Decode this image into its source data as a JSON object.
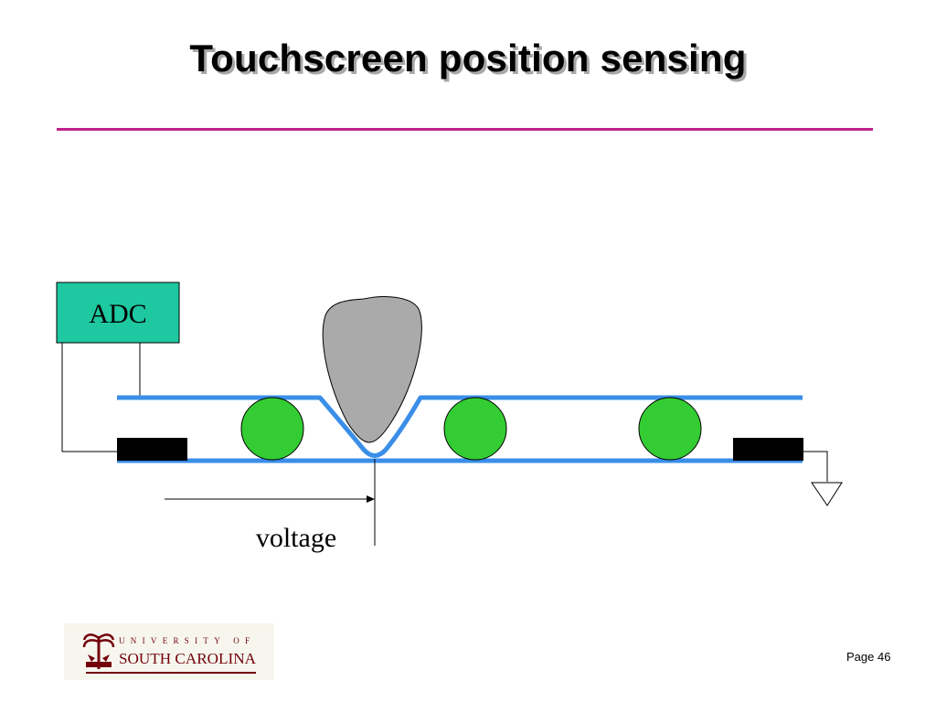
{
  "slide": {
    "title": "Touchscreen position sensing",
    "page_label": "Page 46"
  },
  "diagram": {
    "adc_label": "ADC",
    "voltage_label": "voltage"
  },
  "logo": {
    "top_line": "UNIVERSITY OF",
    "bottom_line": "SOUTH CAROLINA",
    "colors": {
      "primary": "#73000a",
      "background": "#f6f6ee"
    }
  },
  "colors": {
    "accent_rule": "#c0228c",
    "layer_blue": "#3a8ee8",
    "spacer_green": "#33cc33",
    "adc_box": "#1ec8a0",
    "finger_gray": "#aaaaaa"
  }
}
